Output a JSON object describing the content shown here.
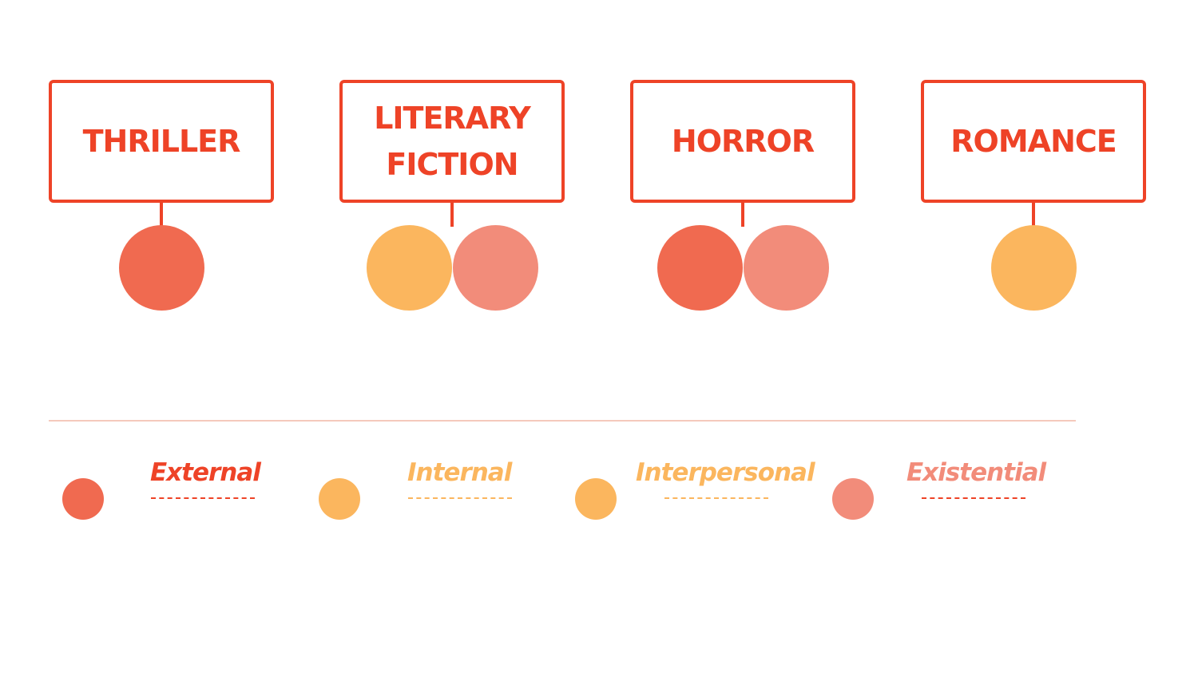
{
  "colors": {
    "border": "#EE4327",
    "external": "#F06A50",
    "internal": "#FBB65E",
    "interpersonal": "#FBB65E",
    "existential": "#F28C7A",
    "divider": "#F5C9BC"
  },
  "genres": [
    {
      "label": "THRILLER",
      "conflicts": [
        "external"
      ]
    },
    {
      "label": "LITERARY\nFICTION",
      "conflicts": [
        "internal",
        "existential"
      ]
    },
    {
      "label": "HORROR",
      "conflicts": [
        "external",
        "existential"
      ]
    },
    {
      "label": "ROMANCE",
      "conflicts": [
        "internal"
      ]
    }
  ],
  "legend": [
    {
      "key": "external",
      "label": "External",
      "text_color": "#EE4327",
      "dash_color": "#EE4327"
    },
    {
      "key": "internal",
      "label": "Internal",
      "text_color": "#FBB65E",
      "dash_color": "#FBB65E"
    },
    {
      "key": "interpersonal",
      "label": "Interpersonal",
      "text_color": "#FBB65E",
      "dash_color": "#FBB65E"
    },
    {
      "key": "existential",
      "label": "Existential",
      "text_color": "#F28C7A",
      "dash_color": "#EE4327"
    }
  ]
}
